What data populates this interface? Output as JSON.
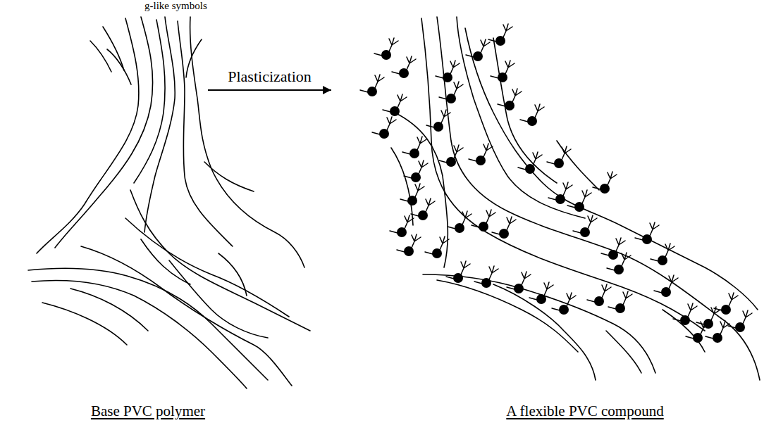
{
  "diagram": {
    "nodes": [
      {
        "text": [
          "Base PVC polymer"
        ]
      },
      {
        "text": [
          "A flexible PVC compound"
        ]
      }
    ],
    "edges": [
      {
        "from": 0,
        "to": 1,
        "label": "Plasticization",
        "arrow": "to"
      }
    ],
    "labels": [
      "g-like symbols"
    ]
  }
}
